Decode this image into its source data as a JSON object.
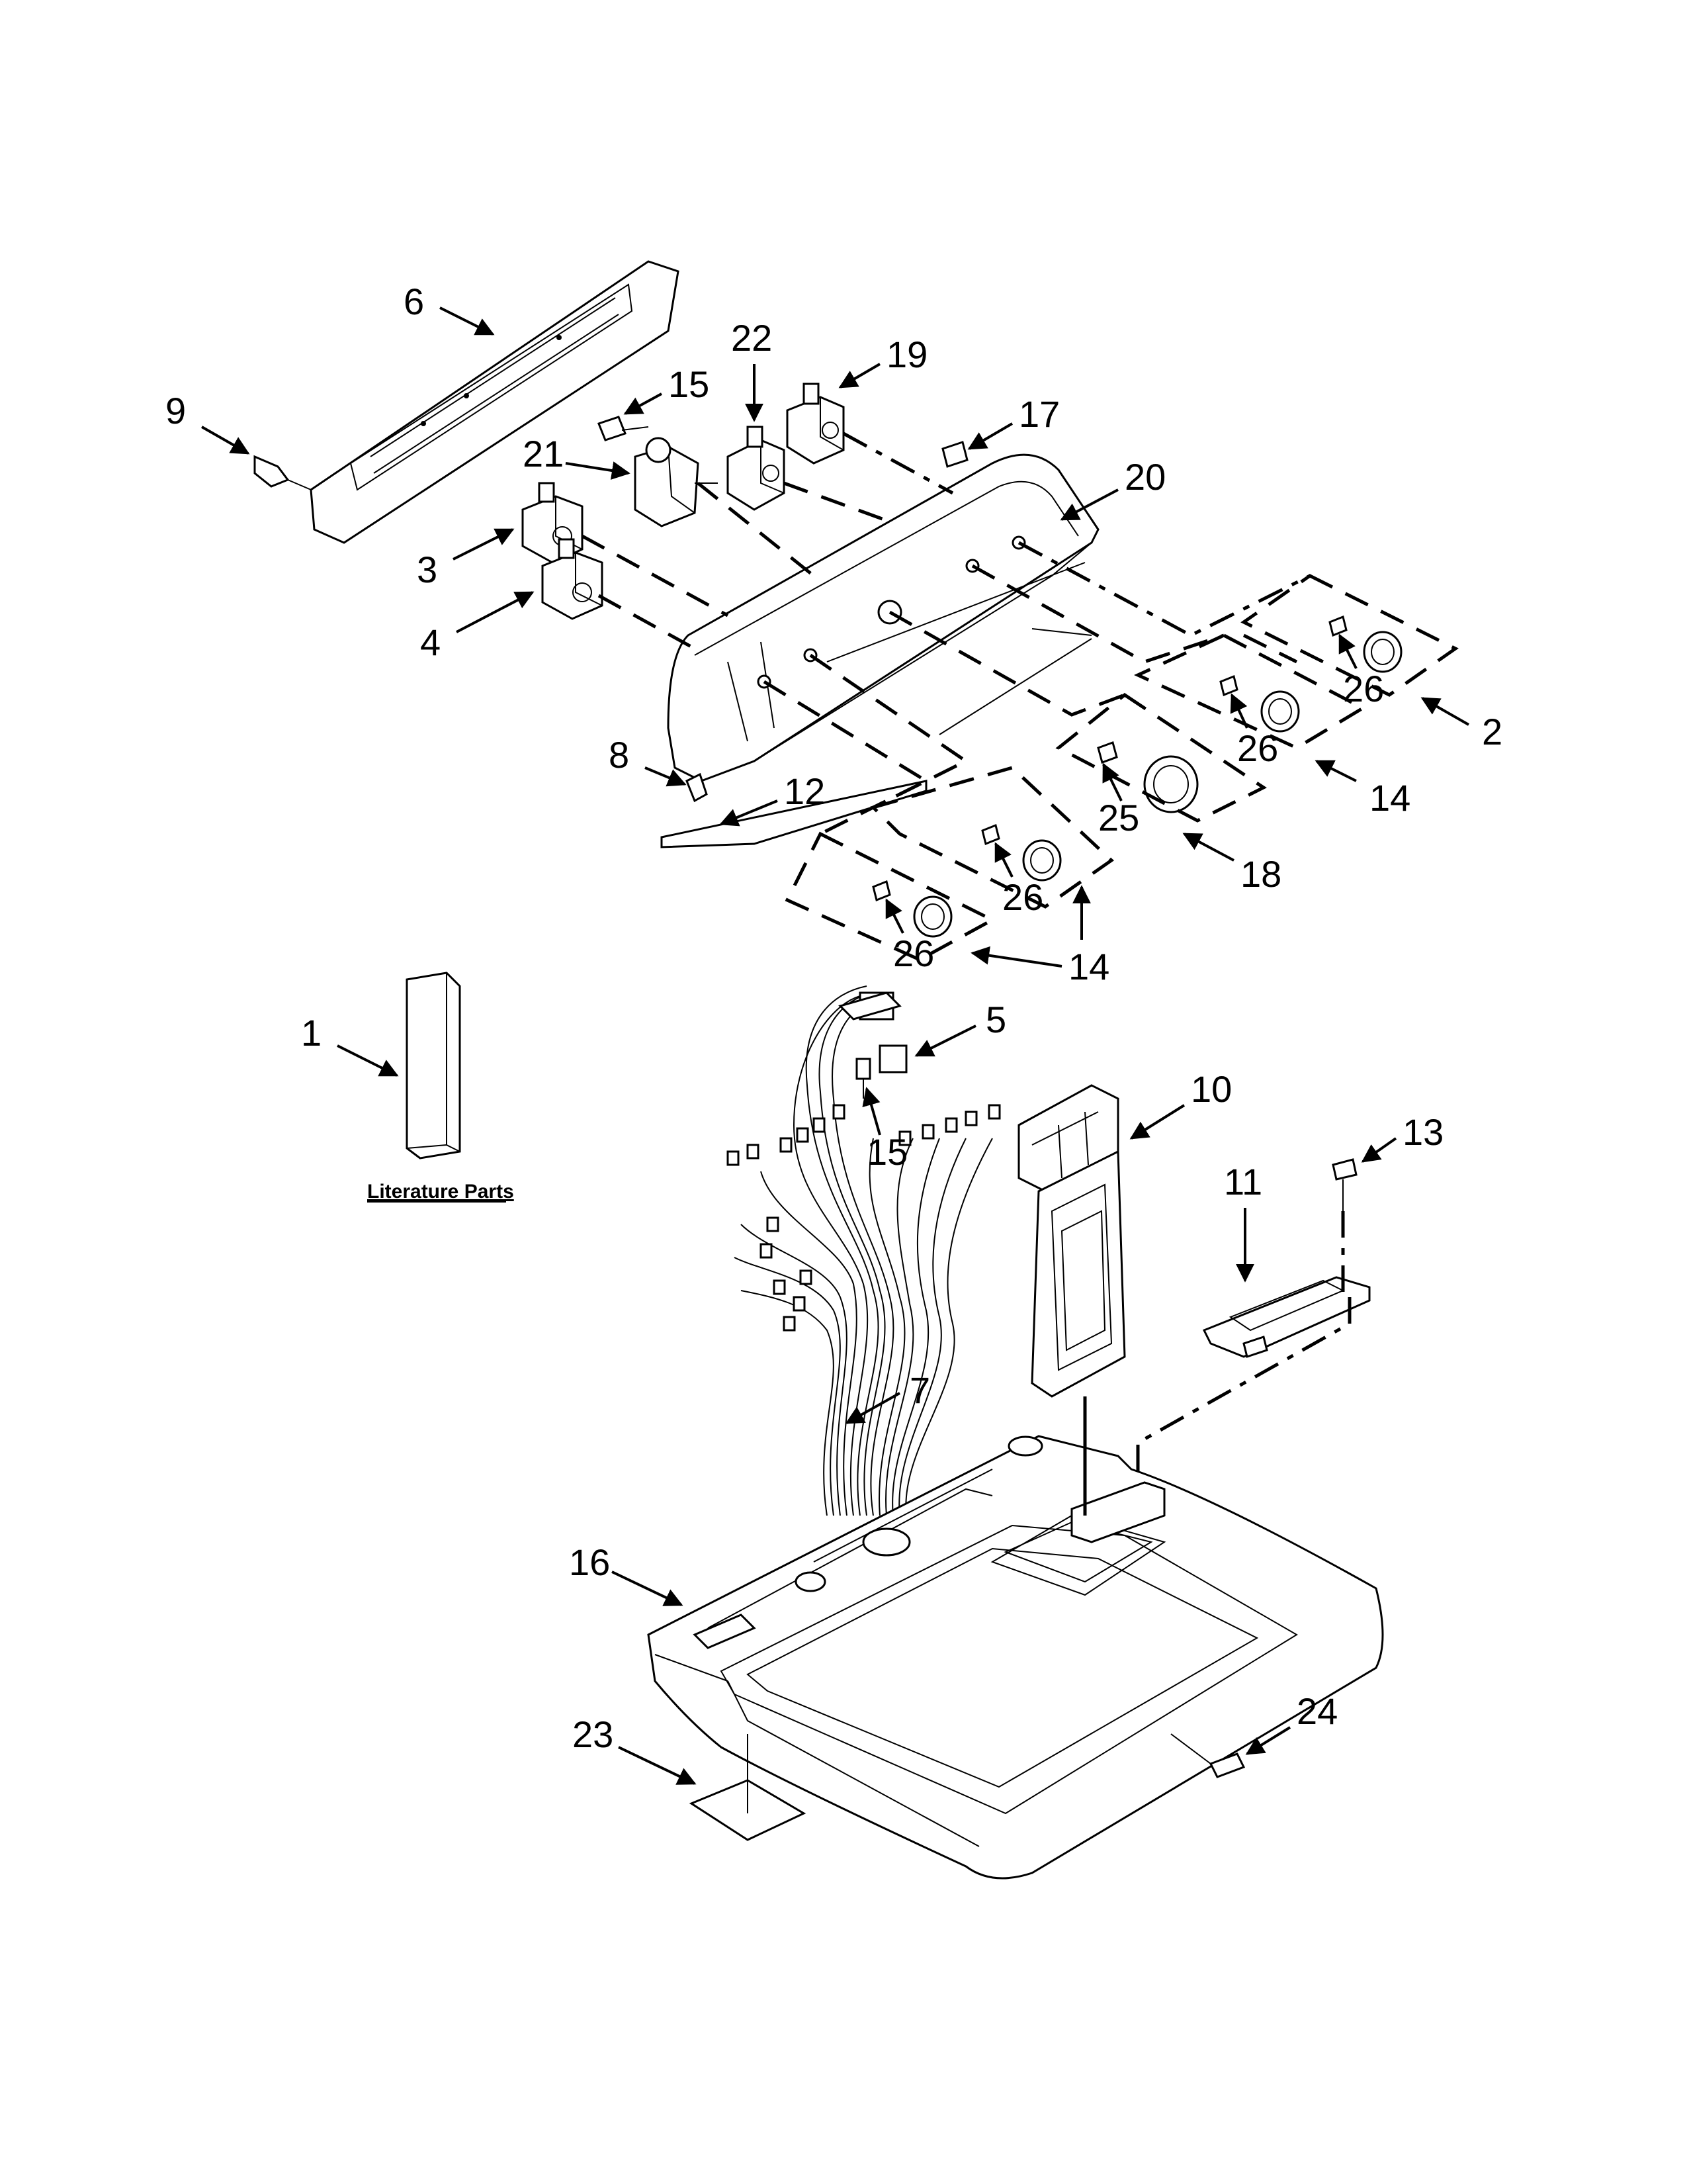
{
  "literature_label": "Literature Parts",
  "callouts": [
    {
      "n": "1"
    },
    {
      "n": "2"
    },
    {
      "n": "3"
    },
    {
      "n": "4"
    },
    {
      "n": "5"
    },
    {
      "n": "6"
    },
    {
      "n": "7"
    },
    {
      "n": "8"
    },
    {
      "n": "9"
    },
    {
      "n": "10"
    },
    {
      "n": "11"
    },
    {
      "n": "12"
    },
    {
      "n": "13"
    },
    {
      "n": "14"
    },
    {
      "n": "14"
    },
    {
      "n": "15"
    },
    {
      "n": "15"
    },
    {
      "n": "16"
    },
    {
      "n": "17"
    },
    {
      "n": "18"
    },
    {
      "n": "19"
    },
    {
      "n": "20"
    },
    {
      "n": "21"
    },
    {
      "n": "22"
    },
    {
      "n": "23"
    },
    {
      "n": "24"
    },
    {
      "n": "25"
    },
    {
      "n": "26"
    },
    {
      "n": "26"
    },
    {
      "n": "26"
    },
    {
      "n": "26"
    }
  ]
}
